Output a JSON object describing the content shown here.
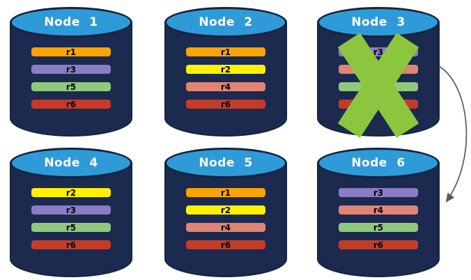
{
  "colors": {
    "background": "#FFFFFF",
    "cylinder_body": "#1B2A4E",
    "cylinder_outline": "#142340",
    "cylinder_top": "#2E9BD8",
    "node_title_text": "#FFFFFF",
    "replica_text": "#000000",
    "failure_x": "#8CC63F",
    "arrow": "#595959",
    "replica_palette": {
      "r1": "#F9A402",
      "r2": "#FEF102",
      "r3": "#8B7CC8",
      "r4": "#E08473",
      "r5": "#90C87C",
      "r6": "#C33C28"
    }
  },
  "nodes": [
    {
      "name": "Node 1",
      "failed": false,
      "replicas": [
        {
          "label": "r1",
          "color": "#F9A402"
        },
        {
          "label": "r3",
          "color": "#8B7CC8"
        },
        {
          "label": "r5",
          "color": "#90C87C"
        },
        {
          "label": "r6",
          "color": "#C33C28"
        }
      ]
    },
    {
      "name": "Node 2",
      "failed": false,
      "replicas": [
        {
          "label": "r1",
          "color": "#F9A402"
        },
        {
          "label": "r2",
          "color": "#FEF102"
        },
        {
          "label": "r4",
          "color": "#E08473"
        },
        {
          "label": "r6",
          "color": "#C33C28"
        }
      ]
    },
    {
      "name": "Node 3",
      "failed": true,
      "replicas": [
        {
          "label": "r3",
          "color": "#8B7CC8"
        },
        {
          "label": "r4",
          "color": "#E08473"
        },
        {
          "label": "r5",
          "color": "#90C87C"
        },
        {
          "label": "r6",
          "color": "#C33C28"
        }
      ]
    },
    {
      "name": "Node 4",
      "failed": false,
      "replicas": [
        {
          "label": "r2",
          "color": "#FEF102"
        },
        {
          "label": "r3",
          "color": "#8B7CC8"
        },
        {
          "label": "r5",
          "color": "#90C87C"
        },
        {
          "label": "r6",
          "color": "#C33C28"
        }
      ]
    },
    {
      "name": "Node 5",
      "failed": false,
      "replicas": [
        {
          "label": "r1",
          "color": "#F9A402"
        },
        {
          "label": "r2",
          "color": "#FEF102"
        },
        {
          "label": "r4",
          "color": "#E08473"
        },
        {
          "label": "r6",
          "color": "#C33C28"
        }
      ]
    },
    {
      "name": "Node 6",
      "failed": false,
      "replicas": [
        {
          "label": "r3",
          "color": "#8B7CC8"
        },
        {
          "label": "r4",
          "color": "#E08473"
        },
        {
          "label": "r5",
          "color": "#90C87C"
        },
        {
          "label": "r6",
          "color": "#C33C28"
        }
      ]
    }
  ],
  "annotations": {
    "failure_x_on": "Node 3",
    "arrow_from": "Node 3",
    "arrow_to": "Node 6"
  }
}
